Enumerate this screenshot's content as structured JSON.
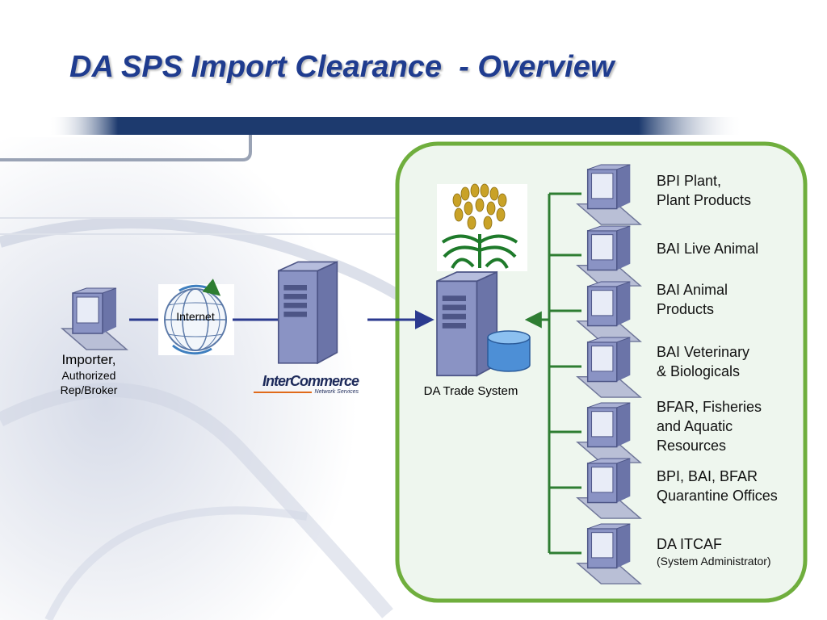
{
  "title": "DA SPS Import Clearance  - Overview",
  "importer": {
    "line1": "Importer,",
    "line2": "Authorized",
    "line3": "Rep/Broker"
  },
  "internet_label": "Internet",
  "intercommerce": {
    "name": "InterCommerce",
    "tagline": "Network Services"
  },
  "da_trade_label": "DA Trade System",
  "offices": [
    {
      "line1": "BPI Plant,",
      "line2": "Plant Products"
    },
    {
      "line1": "BAI Live Animal"
    },
    {
      "line1": "BAI Animal",
      "line2": "Products"
    },
    {
      "line1": "BAI Veterinary",
      "line2": "& Biologicals"
    },
    {
      "line1": "BFAR, Fisheries",
      "line2": "and Aquatic",
      "line3": "Resources"
    },
    {
      "line1": "BPI, BAI, BFAR",
      "line2": "Quarantine Offices"
    },
    {
      "line1": "DA ITCAF",
      "line2": "(System Administrator)"
    }
  ],
  "colors": {
    "title": "#1f3c8f",
    "panel_border": "#6fae3d",
    "panel_fill": "#eef6ee",
    "bus_line": "#2e7d32",
    "arrow": "#2b3a8f",
    "server": "#8a93c4",
    "database": "#4d8fd6"
  }
}
